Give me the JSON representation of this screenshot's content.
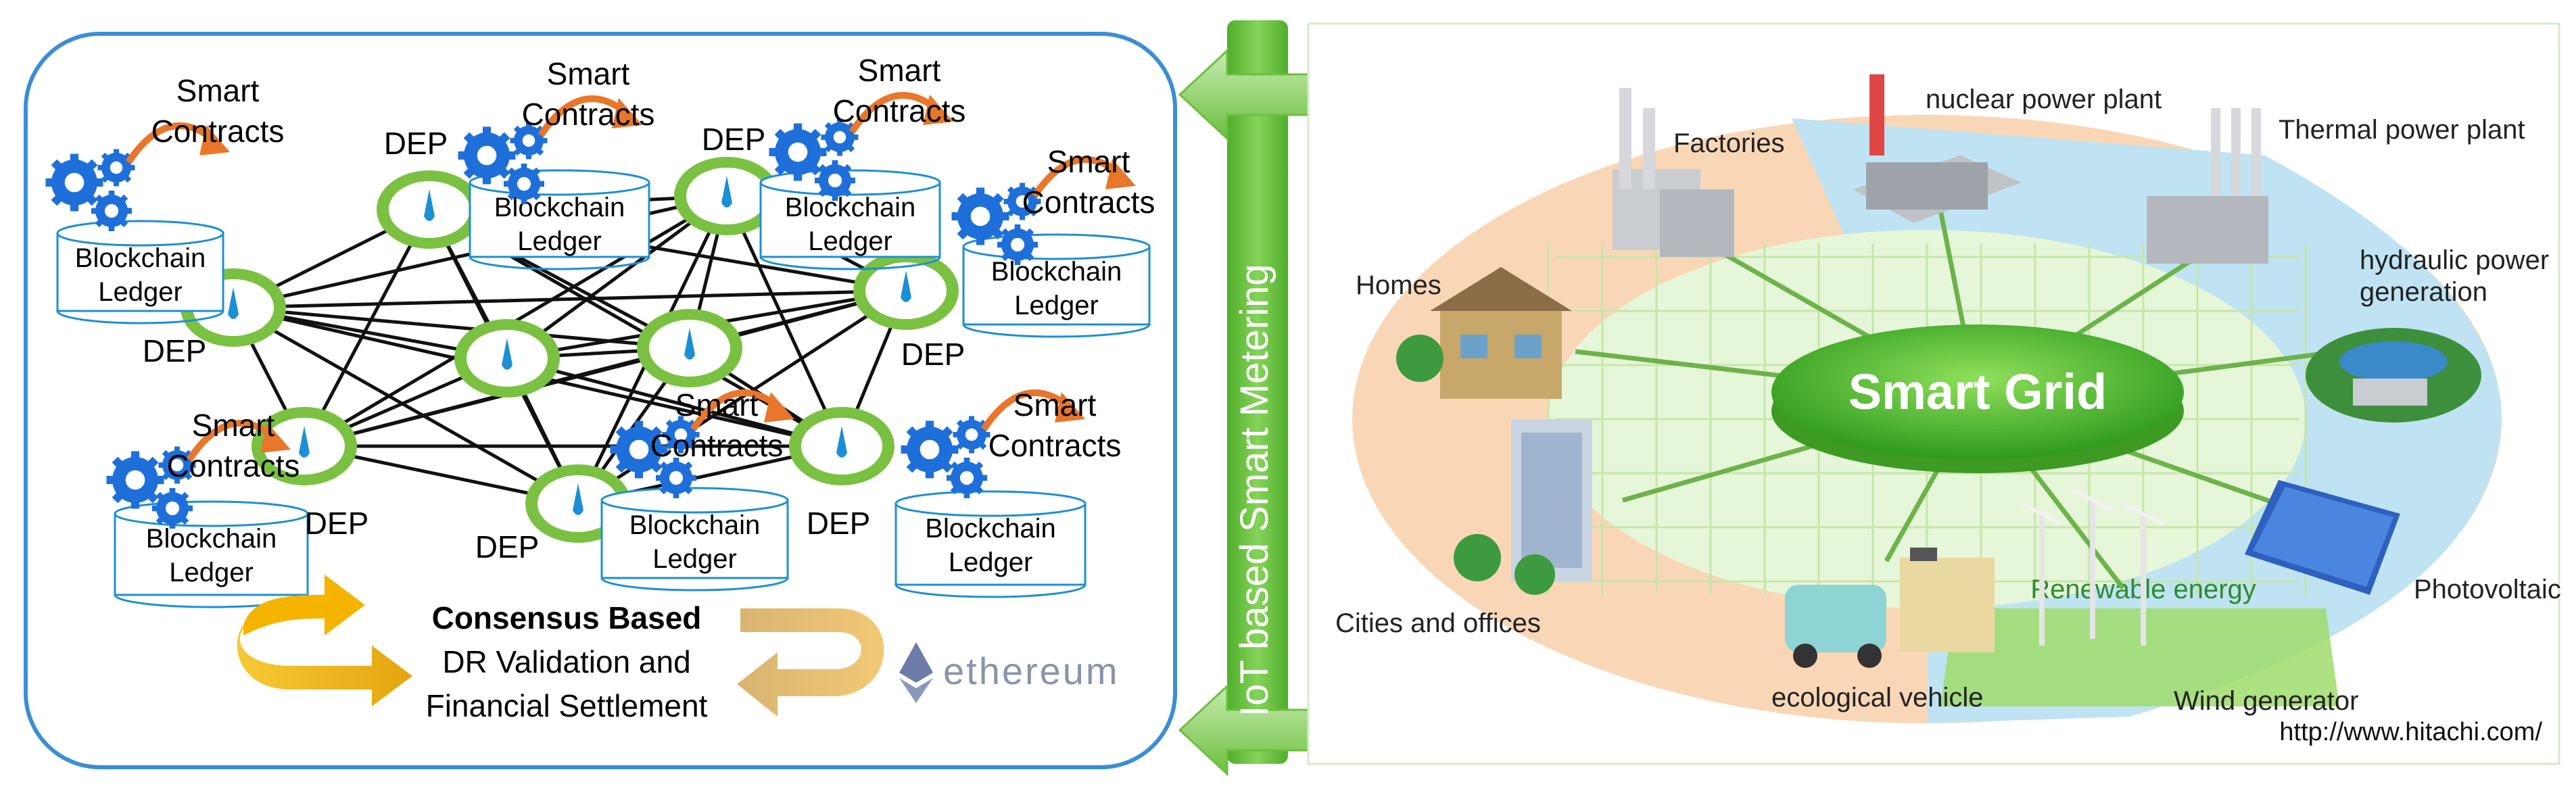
{
  "left_panel": {
    "smart_contracts_label": "Smart Contracts",
    "smart_contracts_line1": "Smart",
    "smart_contracts_line2": "Contracts",
    "ledger_line1": "Blockchain",
    "ledger_line2": "Ledger",
    "dep_label": "DEP",
    "consensus": {
      "line1": "Consensus Based",
      "line2": "DR Validation and",
      "line3": "Financial Settlement"
    },
    "ethereum_label": "ethereum"
  },
  "connector": {
    "label": "IoT based Smart Metering"
  },
  "right_panel": {
    "center_label": "Smart Grid",
    "labels": {
      "factories": "Factories",
      "nuclear": "nuclear power plant",
      "thermal": "Thermal power plant",
      "hydraulic_line1": "hydraulic power",
      "hydraulic_line2": "generation",
      "homes": "Homes",
      "cities": "Cities and offices",
      "vehicle": "ecological vehicle",
      "renewable": "Renewable energy",
      "photovoltaic": "Photovoltaic",
      "wind": "Wind generator"
    },
    "source_url": "http://www.hitachi.com/"
  },
  "colors": {
    "panel_border": "#3b8ed6",
    "node_green": "#7ac142",
    "node_blue": "#1c8fd6",
    "gear_blue": "#1e6fd9",
    "arrow_orange": "#e8762b",
    "consensus_gold": "#f5b400",
    "smart_grid_green": "#4caf2e",
    "iot_bar_green": "#66c23a"
  }
}
